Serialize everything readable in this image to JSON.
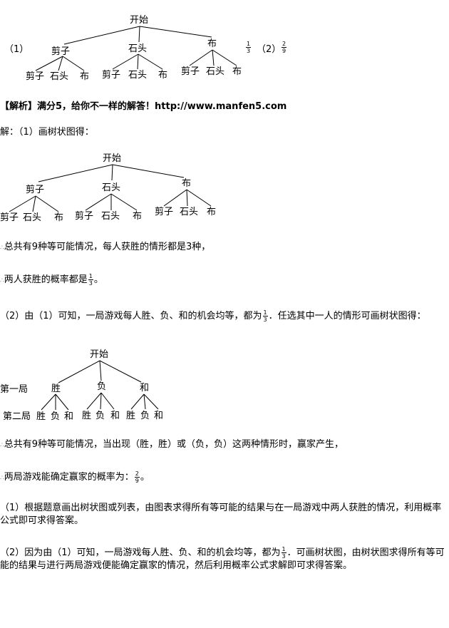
{
  "answer": {
    "part1_marker": "（1）",
    "part2_marker": "（2）",
    "frac1": {
      "num": "1",
      "den": "3"
    },
    "frac2": {
      "num": "2",
      "den": "9"
    }
  },
  "tree1": {
    "root": "开始",
    "level1": [
      "剪子",
      "石头",
      "布"
    ],
    "level2": [
      "剪子",
      "石头",
      "布"
    ]
  },
  "analysis_heading": "【解析】满分5，给你不一样的解答！http://www.manfen5.com",
  "solution": {
    "intro": "解：（1）画树状图得：",
    "line_total1": "总共有9种等可能情况，每人获胜的情形都是3种，",
    "line_prob1_prefix": "两人获胜的概率都是",
    "line_prob1_suffix": "。",
    "frac_1_3": {
      "num": "1",
      "den": "3"
    },
    "part2_prefix": "（2）由（1）可知，一局游戏每人胜、负、和的机会均等，都为",
    "part2_suffix": "．任选其中一人的情形可画树状图得：",
    "tree3": {
      "root": "开始",
      "round1_label": "第一局",
      "round2_label": "第二局",
      "outcomes": [
        "胜",
        "负",
        "和"
      ]
    },
    "line_total2": "总共有9种等可能情况，当出现（胜，胜）或（负，负）这两种情形时，赢家产生，",
    "line_prob2_prefix": "两局游戏能确定赢家的概率为：",
    "line_prob2_suffix": "。",
    "frac_2_9": {
      "num": "2",
      "den": "9"
    },
    "analysis1": "（1）根据题意画出树状图或列表，由图表求得所有等可能的结果与在一局游戏中两人获胜的情况，利用概率公式即可求得答案。",
    "analysis2_prefix": "（2）因为由（1）可知，一局游戏每人胜、负、和的机会均等，都为",
    "analysis2_suffix": "．可画树状图，由树状图求得所有等可能的结果与进行两局游戏便能确定赢家的情况，然后利用概率公式求解即可求得答案。"
  }
}
